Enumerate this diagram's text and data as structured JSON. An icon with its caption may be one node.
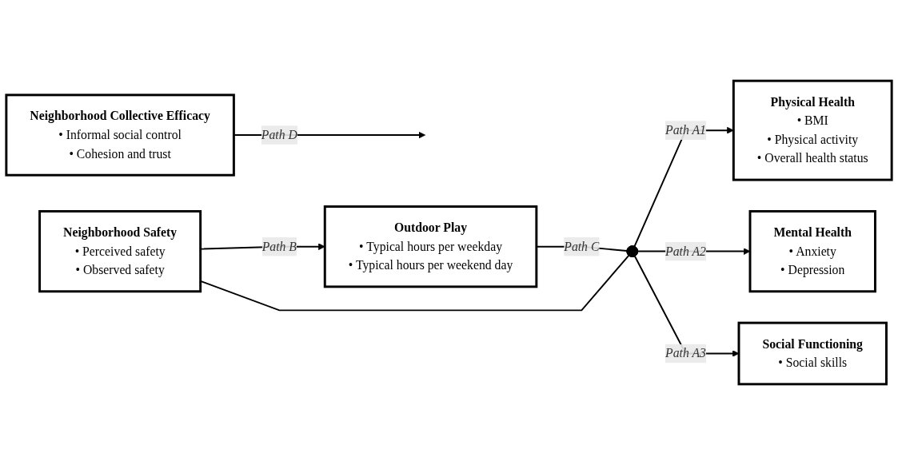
{
  "diagram": {
    "nodes": [
      {
        "text": [
          "Neighborhood Collective Efficacy",
          "• Informal social control",
          "• Cohesion and trust"
        ]
      },
      {
        "text": [
          "Outdoor Play",
          "• Typical hours per weekday",
          "• Typical hours per weekend day"
        ]
      },
      {
        "text": [
          "Neighborhood Safety",
          "• Perceived safety",
          "• Observed safety"
        ]
      },
      {
        "text": [],
        "shape": "circle"
      },
      {
        "text": [
          "Physical Health",
          "• BMI",
          "• Physical activity",
          "• Overall health status"
        ]
      },
      {
        "text": [
          "Mental Health",
          "• Anxiety",
          "• Depression"
        ]
      },
      {
        "text": [
          "Social Functioning",
          "• Social skills"
        ]
      }
    ],
    "edges": [
      {
        "from": 0,
        "to": null,
        "arrow": "to",
        "label": "Path D"
      },
      {
        "from": 2,
        "to": 1,
        "arrow": "to",
        "label": "Path B"
      },
      {
        "from": 1,
        "to": 3,
        "arrow": "none",
        "label": "Path C"
      },
      {
        "from": 2,
        "to": 3,
        "arrow": "none"
      },
      {
        "from": 3,
        "to": 4,
        "arrow": "to",
        "label": "Path A1"
      },
      {
        "from": 3,
        "to": 5,
        "arrow": "to",
        "label": "Path A2"
      },
      {
        "from": 3,
        "to": 6,
        "arrow": "to",
        "label": "Path A3"
      }
    ]
  }
}
